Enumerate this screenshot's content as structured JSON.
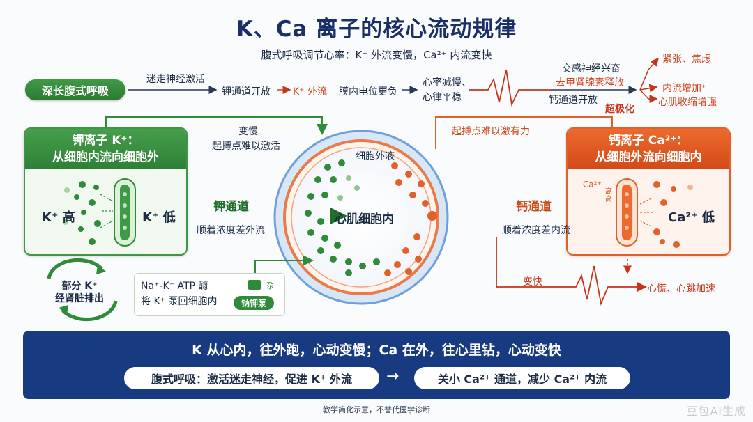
{
  "title": "K、Ca 离子的核心流动规律",
  "subtitle": "腹式呼吸调节心率：K⁺ 外流变慢，Ca²⁺ 内流变快",
  "top_flow": {
    "start_pill": "深长腹式呼吸",
    "vagus": "迷走神经激活",
    "k_channel_open": "钾通道开放",
    "k_efflux": "K⁺ 外流",
    "membrane_negative": "膜内电位更负",
    "hr_slow": "心率减慢、",
    "rhythm_steady": "心律平稳",
    "sympathetic": "交感神经兴奋",
    "adrenaline": "去甲肾腺素释放",
    "ca_channel_open": "钙通道开放",
    "tense": "紧张、焦虑",
    "influx_up": "内流增加⁺",
    "contraction_up": "心肌收缩增强",
    "hyperpolarize": "超极化"
  },
  "k_panel": {
    "title_line1": "钾离子 K⁺：",
    "title_line2": "从细胞内流向细胞外",
    "high_label": "K⁺ 高",
    "low_label": "K⁺ 低"
  },
  "ca_panel": {
    "title_line1": "钙离子 Ca²⁺：",
    "title_line2": "从细胞外流向细胞内",
    "ca_small": "Ca²⁺",
    "high_small": "高\n高",
    "low_label": "Ca²⁺ 低"
  },
  "center": {
    "slow_label": "变慢",
    "pacemaker_hard": "起搏点难以激活",
    "extracellular": "细胞外液",
    "intracellular": "心肌细胞内",
    "k_channel": "钾通道",
    "k_gradient": "顺着浓度差外流",
    "ca_pacemaker": "起搏点难以激有力",
    "ca_channel": "钙通道",
    "ca_gradient": "顺着浓度差内流",
    "fast_label": "变快",
    "palpitation": "心慌、心跳加速"
  },
  "excretion": {
    "line1": "部分 K⁺",
    "line2": "经肾脏排出"
  },
  "pump": {
    "line1": "Na⁺-K⁺ ATP 酶",
    "line2": "将 K⁺ 泵回细胞内",
    "badge": "钠钾泵",
    "tiny": "尕"
  },
  "banner": {
    "title": "K 从心内，往外跑，心动变慢；Ca 在外，往心里钻，心动变快",
    "left_pill": "腹式呼吸：激活迷走神经，促进 K⁺ 外流",
    "arrow": "→",
    "right_pill": "关小 Ca²⁺ 通道，减少 Ca²⁺ 内流"
  },
  "footer": "教学简化示意，不替代医学诊断",
  "watermark": "豆包AI生成",
  "colors": {
    "green": "#2f8a3a",
    "orange": "#e2612a",
    "red": "#d3431e",
    "navy": "#183a80"
  }
}
